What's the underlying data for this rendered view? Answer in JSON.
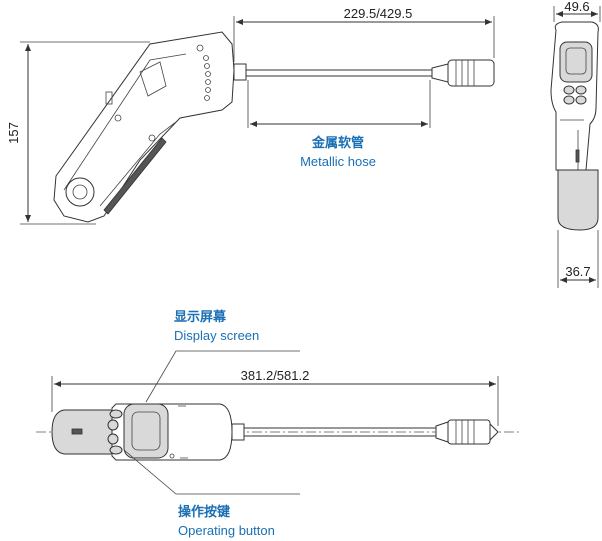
{
  "dimensions": {
    "side_height": "157",
    "hose_length": "229.5/429.5",
    "front_width": "49.6",
    "front_bottom": "36.7",
    "total_length": "381.2/581.2"
  },
  "labels": {
    "hose_cn": "金属软管",
    "hose_en": "Metallic hose",
    "screen_cn": "显示屏幕",
    "screen_en": "Display screen",
    "button_cn": "操作按键",
    "button_en": "Operating button"
  },
  "colors": {
    "label": "#1a6fb5",
    "line": "#333333"
  }
}
